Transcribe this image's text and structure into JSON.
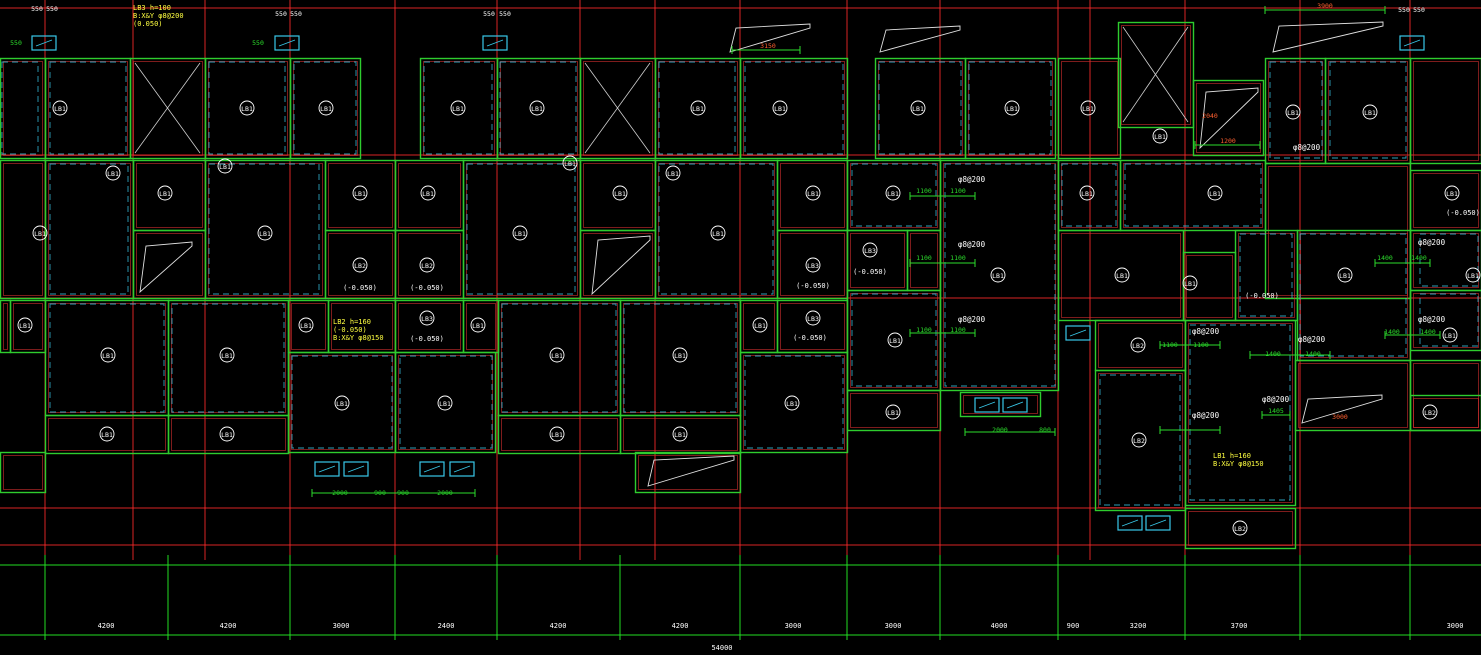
{
  "drawing": {
    "background": "#000000",
    "colors": {
      "axis_red": "#ff2a2a",
      "axis_green": "#22dd22",
      "wall_green": "#2ecc2e",
      "wall_red": "#d23030",
      "dash_cyan": "#38c8e8",
      "text_white": "#ffffff",
      "text_yellow": "#ffff40",
      "dim_green": "#2bdc2b",
      "dim_orange": "#ff6030"
    },
    "slab_tags": [
      {
        "text": "LB1"
      },
      {
        "text": "LB1"
      },
      {
        "text": "LB1"
      },
      {
        "text": "LB1"
      },
      {
        "text": "LB1"
      },
      {
        "text": "LB1"
      },
      {
        "text": "LB1"
      },
      {
        "text": "LB1"
      },
      {
        "text": "LB1"
      },
      {
        "text": "LB1"
      },
      {
        "text": "LB1"
      },
      {
        "text": "LB1"
      },
      {
        "text": "LB1"
      },
      {
        "text": "LB1"
      },
      {
        "text": "LB1"
      },
      {
        "text": "LB1"
      },
      {
        "text": "LB1"
      },
      {
        "text": "LB1"
      },
      {
        "text": "LB1"
      },
      {
        "text": "LB1"
      },
      {
        "text": "LB1"
      },
      {
        "text": "LB1"
      },
      {
        "text": "LB1"
      },
      {
        "text": "LB1"
      },
      {
        "text": "LB1"
      },
      {
        "text": "LB1"
      },
      {
        "text": "LB1"
      },
      {
        "text": "LB1"
      },
      {
        "text": "LB1"
      },
      {
        "text": "LB1"
      },
      {
        "text": "LB1"
      },
      {
        "text": "LB1"
      },
      {
        "text": "LB1"
      },
      {
        "text": "LB1"
      },
      {
        "text": "LB1"
      },
      {
        "text": "LB1"
      },
      {
        "text": "LB1"
      },
      {
        "text": "LB1"
      },
      {
        "text": "LB1"
      },
      {
        "text": "LB1"
      },
      {
        "text": "LB1"
      },
      {
        "text": "LB1"
      },
      {
        "text": "LB1"
      },
      {
        "text": "LB1"
      },
      {
        "text": "LB1"
      },
      {
        "text": "LB1"
      },
      {
        "text": "LB1"
      },
      {
        "text": "LB1"
      },
      {
        "text": "LB1"
      },
      {
        "text": "LB1"
      },
      {
        "text": "LB1"
      },
      {
        "text": "LB1"
      },
      {
        "text": "LB1"
      },
      {
        "text": "LB2"
      },
      {
        "text": "LB2"
      },
      {
        "text": "LB2"
      },
      {
        "text": "LB2"
      },
      {
        "text": "LB2"
      },
      {
        "text": "LB2"
      },
      {
        "text": "LB3"
      },
      {
        "text": "LB3"
      },
      {
        "text": "LB3"
      },
      {
        "text": "LB3"
      }
    ],
    "elevation_notes": [
      {
        "text": "(-0.050)"
      },
      {
        "text": "(-0.050)"
      },
      {
        "text": "(-0.050)"
      },
      {
        "text": "(-0.050)"
      },
      {
        "text": "(-0.050)"
      },
      {
        "text": "(-0.050)"
      },
      {
        "text": "(-0.050)"
      },
      {
        "text": "(-0.050)"
      }
    ],
    "yellow_notes": [
      {
        "lines": [
          "LB3 h=100",
          "B:X&Y φ8@200",
          "(0.050)"
        ]
      },
      {
        "lines": [
          "LB2 h=160",
          "(-0.050)",
          "B:X&Y φ8@150"
        ]
      },
      {
        "lines": [
          "LB1 h=160",
          "B:X&Y φ8@150"
        ]
      }
    ],
    "rebar_notes": [
      {
        "text": "φ8@200"
      },
      {
        "text": "φ8@200"
      },
      {
        "text": "φ8@200"
      },
      {
        "text": "φ8@200"
      },
      {
        "text": "φ8@200"
      },
      {
        "text": "φ8@200"
      },
      {
        "text": "φ8@200"
      },
      {
        "text": "φ8@200"
      },
      {
        "text": "φ8@200"
      },
      {
        "text": "φ8@200"
      }
    ],
    "dim_labels": [
      {
        "text": "550"
      },
      {
        "text": "550"
      },
      {
        "text": "550"
      },
      {
        "text": "550"
      },
      {
        "text": "550"
      },
      {
        "text": "550"
      },
      {
        "text": "550"
      },
      {
        "text": "550"
      },
      {
        "text": "550"
      },
      {
        "text": "550"
      },
      {
        "text": "3900"
      },
      {
        "text": "3150"
      },
      {
        "text": "2040"
      },
      {
        "text": "1200"
      },
      {
        "text": "1100"
      },
      {
        "text": "1100"
      },
      {
        "text": "1100"
      },
      {
        "text": "1100"
      },
      {
        "text": "1100"
      },
      {
        "text": "1100"
      },
      {
        "text": "1100"
      },
      {
        "text": "1100"
      },
      {
        "text": "1400"
      },
      {
        "text": "1400"
      },
      {
        "text": "1400"
      },
      {
        "text": "1400"
      },
      {
        "text": "1400"
      },
      {
        "text": "1400"
      },
      {
        "text": "1405"
      },
      {
        "text": "3000"
      },
      {
        "text": "2000"
      },
      {
        "text": "800"
      },
      {
        "text": "2000"
      },
      {
        "text": "900"
      },
      {
        "text": "900"
      },
      {
        "text": "2000"
      }
    ],
    "bottom_axis_dims": [
      {
        "text": "4200"
      },
      {
        "text": "4200"
      },
      {
        "text": "3000"
      },
      {
        "text": "2400"
      },
      {
        "text": "4200"
      },
      {
        "text": "4200"
      },
      {
        "text": "3000"
      },
      {
        "text": "3000"
      },
      {
        "text": "4000"
      },
      {
        "text": "900"
      },
      {
        "text": "3200"
      },
      {
        "text": "3700"
      },
      {
        "text": "3000"
      }
    ],
    "overall_dim": {
      "text": "54000"
    }
  }
}
